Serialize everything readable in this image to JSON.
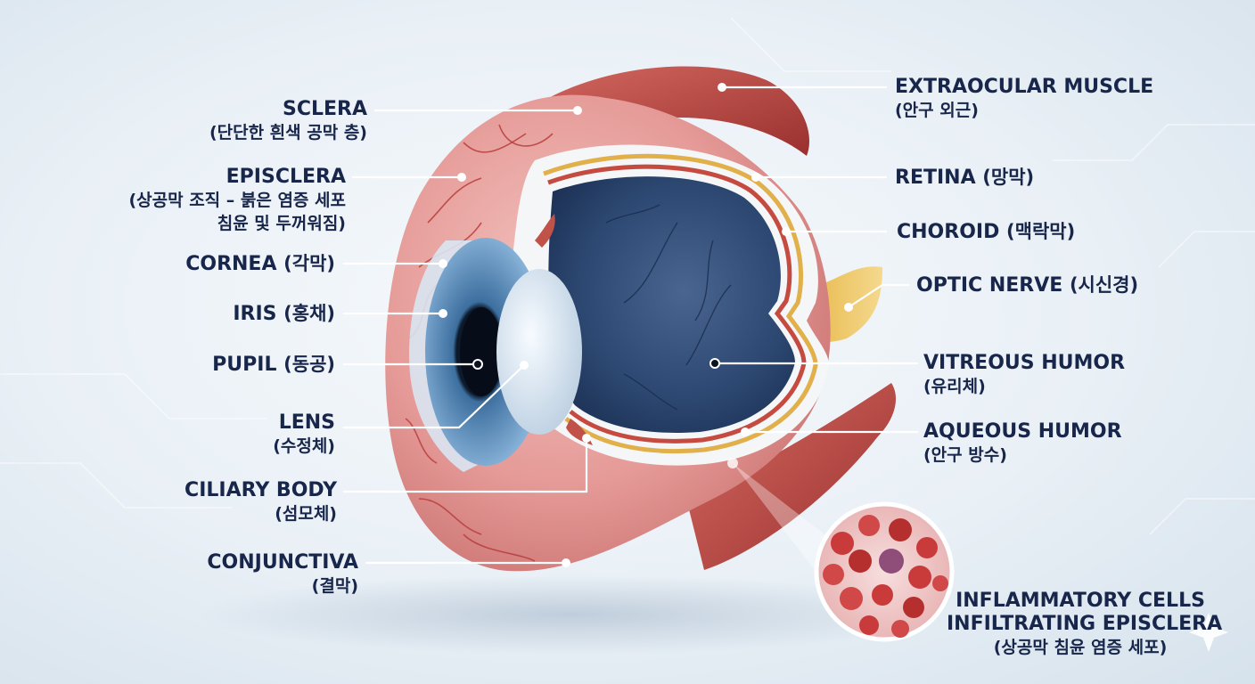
{
  "labels": {
    "sclera": {
      "title": "SCLERA",
      "sub": "(단단한 흰색 공막 층)"
    },
    "episclera": {
      "title": "EPISCLERA",
      "sub1": "(상공막 조직 – 붉은 염증 세포",
      "sub2": "침윤 및 두꺼워짐)"
    },
    "cornea": {
      "title": "CORNEA",
      "sub": "(각막)"
    },
    "iris": {
      "title": "IRIS",
      "sub": "(홍채)"
    },
    "pupil": {
      "title": "PUPIL",
      "sub": "(동공)"
    },
    "lens": {
      "title": "LENS",
      "sub": "(수정체)"
    },
    "ciliary_body": {
      "title": "CILIARY BODY",
      "sub": "(섬모체)"
    },
    "conjunctiva": {
      "title": "CONJUNCTIVA",
      "sub": "(결막)"
    },
    "extraocular_muscle": {
      "title": "EXTRAOCULAR MUSCLE",
      "sub": "(안구 외근)"
    },
    "retina": {
      "title": "RETINA",
      "sub": "(망막)"
    },
    "choroid": {
      "title": "CHOROID",
      "sub": "(맥락막)"
    },
    "optic_nerve": {
      "title": "OPTIC NERVE",
      "sub": "(시신경)"
    },
    "vitreous_humor": {
      "title": "VITREOUS HUMOR",
      "sub": "(유리체)"
    },
    "aqueous_humor": {
      "title": "AQUEOUS HUMOR",
      "sub": "(안구 방수)"
    },
    "inflammatory_cells": {
      "line1": "INFLAMMATORY CELLS",
      "line2": "INFILTRATING EPISCLERA",
      "sub": "(상공막 침윤 염증 세포)"
    }
  },
  "colors": {
    "label_text": "#17264a",
    "leader_line": "#ffffff",
    "sclera_pink": "#e9a5a3",
    "muscle_red": "#b5433f",
    "vitreous_blue": "#2c4670",
    "iris_blue": "#4f86b8"
  }
}
